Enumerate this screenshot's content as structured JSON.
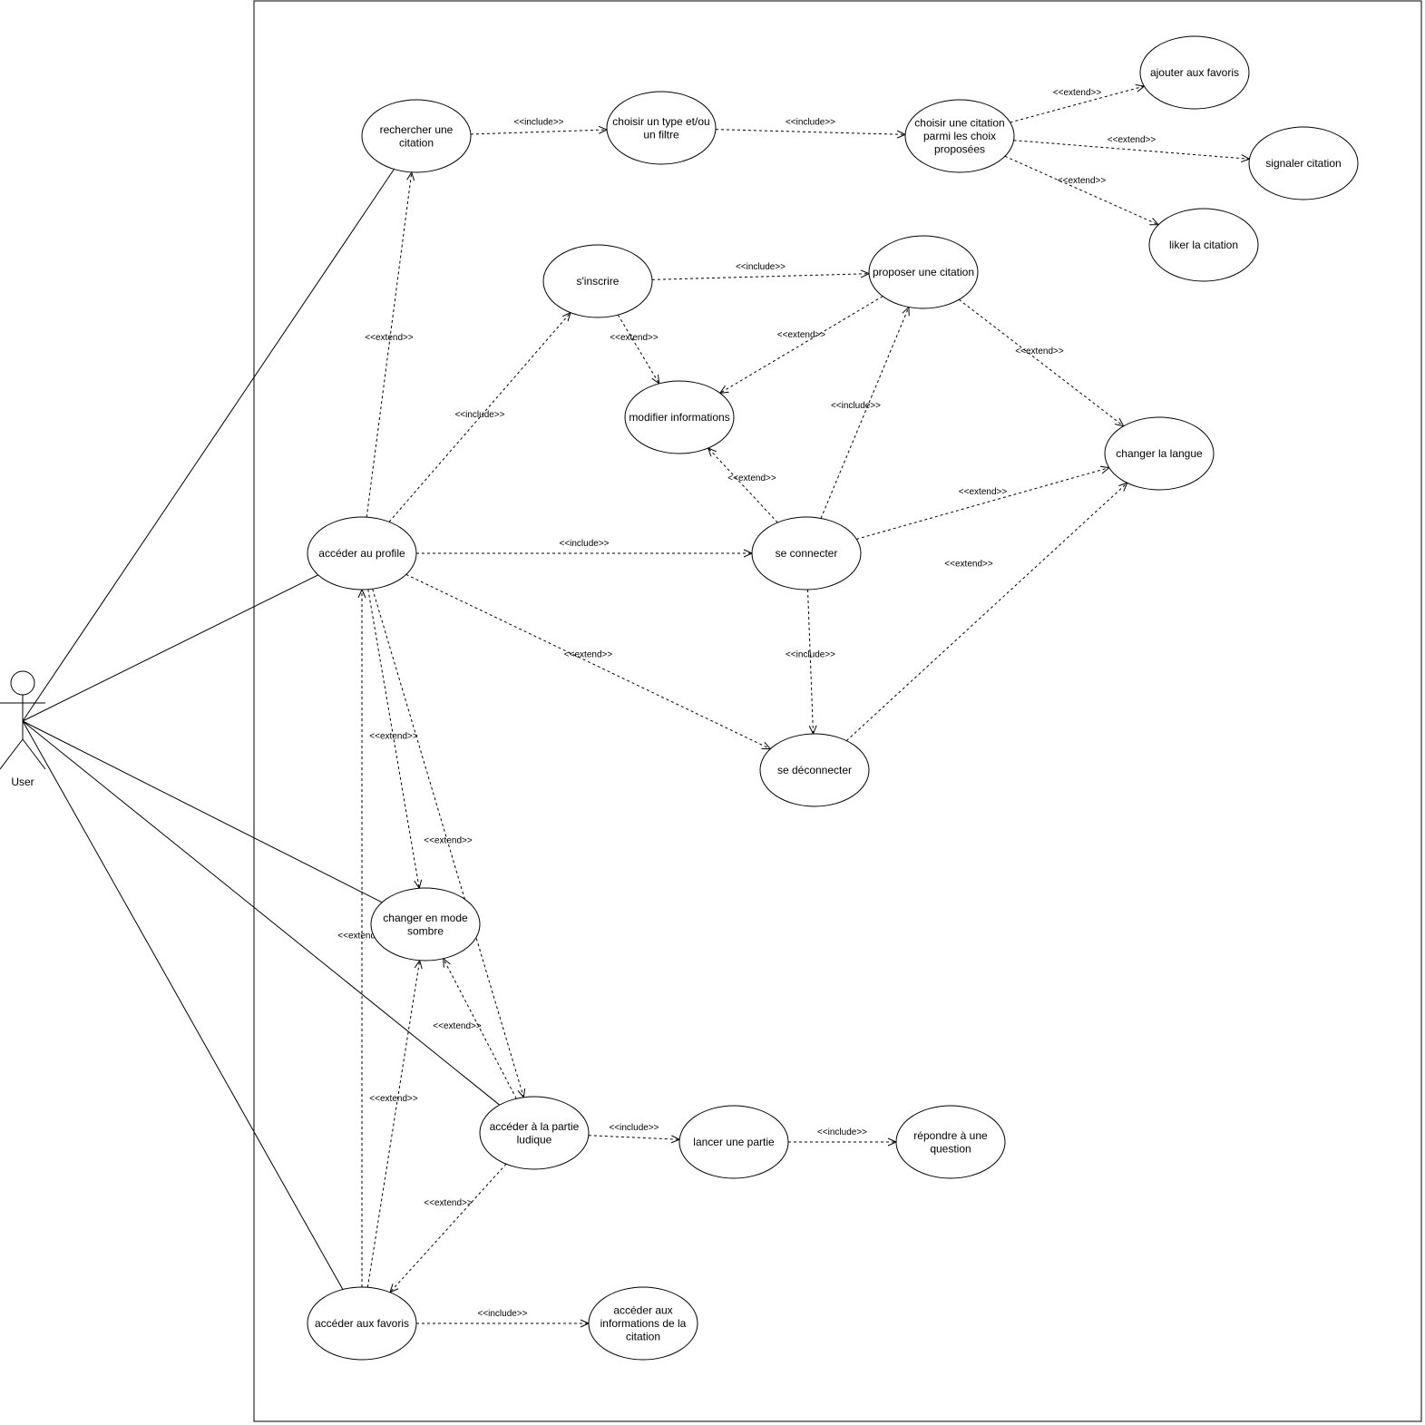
{
  "actor": {
    "label": "User"
  },
  "stereotypes": {
    "include": "<<include>>",
    "extend": "<<extend>>"
  },
  "use_cases": {
    "rechercher": [
      "rechercher une",
      "citation"
    ],
    "choisir_type": [
      "choisir un type et/ou",
      "un filtre"
    ],
    "choisir_citation": [
      "choisir une citation",
      "parmi les choix",
      "proposées"
    ],
    "ajouter_favoris": [
      "ajouter aux favoris"
    ],
    "signaler": [
      "signaler citation"
    ],
    "liker": [
      "liker la citation"
    ],
    "inscrire": [
      "s'inscrire"
    ],
    "proposer": [
      "proposer une citation"
    ],
    "modifier": [
      "modifier informations"
    ],
    "langue": [
      "changer la langue"
    ],
    "profile": [
      "accéder au profile"
    ],
    "connecter": [
      "se connecter"
    ],
    "deconnecter": [
      "se déconnecter"
    ],
    "sombre": [
      "changer en mode",
      "sombre"
    ],
    "ludique": [
      "accéder à la partie",
      "ludique"
    ],
    "lancer": [
      "lancer une partie"
    ],
    "repondre": [
      "répondre à une",
      "question"
    ],
    "favoris": [
      "accéder aux favoris"
    ],
    "infos": [
      "accéder aux",
      "informations de la",
      "citation"
    ]
  },
  "relations": [
    {
      "from": "rechercher",
      "to": "choisir_type",
      "type": "include"
    },
    {
      "from": "choisir_type",
      "to": "choisir_citation",
      "type": "include"
    },
    {
      "from": "choisir_citation",
      "to": "ajouter_favoris",
      "type": "extend"
    },
    {
      "from": "choisir_citation",
      "to": "signaler",
      "type": "extend"
    },
    {
      "from": "choisir_citation",
      "to": "liker",
      "type": "extend"
    },
    {
      "from": "inscrire",
      "to": "proposer",
      "type": "include"
    },
    {
      "from": "inscrire",
      "to": "modifier",
      "type": "extend"
    },
    {
      "from": "proposer",
      "to": "modifier",
      "type": "extend"
    },
    {
      "from": "proposer",
      "to": "langue",
      "type": "extend"
    },
    {
      "from": "profile",
      "to": "rechercher",
      "type": "extend"
    },
    {
      "from": "profile",
      "to": "inscrire",
      "type": "include"
    },
    {
      "from": "profile",
      "to": "connecter",
      "type": "include"
    },
    {
      "from": "profile",
      "to": "deconnecter",
      "type": "extend"
    },
    {
      "from": "profile",
      "to": "sombre",
      "type": "extend"
    },
    {
      "from": "profile",
      "to": "ludique",
      "type": "extend"
    },
    {
      "from": "connecter",
      "to": "modifier",
      "type": "extend"
    },
    {
      "from": "connecter",
      "to": "proposer",
      "type": "include"
    },
    {
      "from": "connecter",
      "to": "langue",
      "type": "extend"
    },
    {
      "from": "connecter",
      "to": "deconnecter",
      "type": "include"
    },
    {
      "from": "deconnecter",
      "to": "langue",
      "type": "extend"
    },
    {
      "from": "ludique",
      "to": "sombre",
      "type": "extend"
    },
    {
      "from": "ludique",
      "to": "lancer",
      "type": "include"
    },
    {
      "from": "lancer",
      "to": "repondre",
      "type": "include"
    },
    {
      "from": "ludique",
      "to": "favoris",
      "type": "extend"
    },
    {
      "from": "favoris",
      "to": "profile",
      "type": "extend"
    },
    {
      "from": "favoris",
      "to": "sombre",
      "type": "extend"
    },
    {
      "from": "favoris",
      "to": "infos",
      "type": "include"
    }
  ],
  "associations": [
    "rechercher",
    "profile",
    "sombre",
    "ludique",
    "favoris"
  ]
}
